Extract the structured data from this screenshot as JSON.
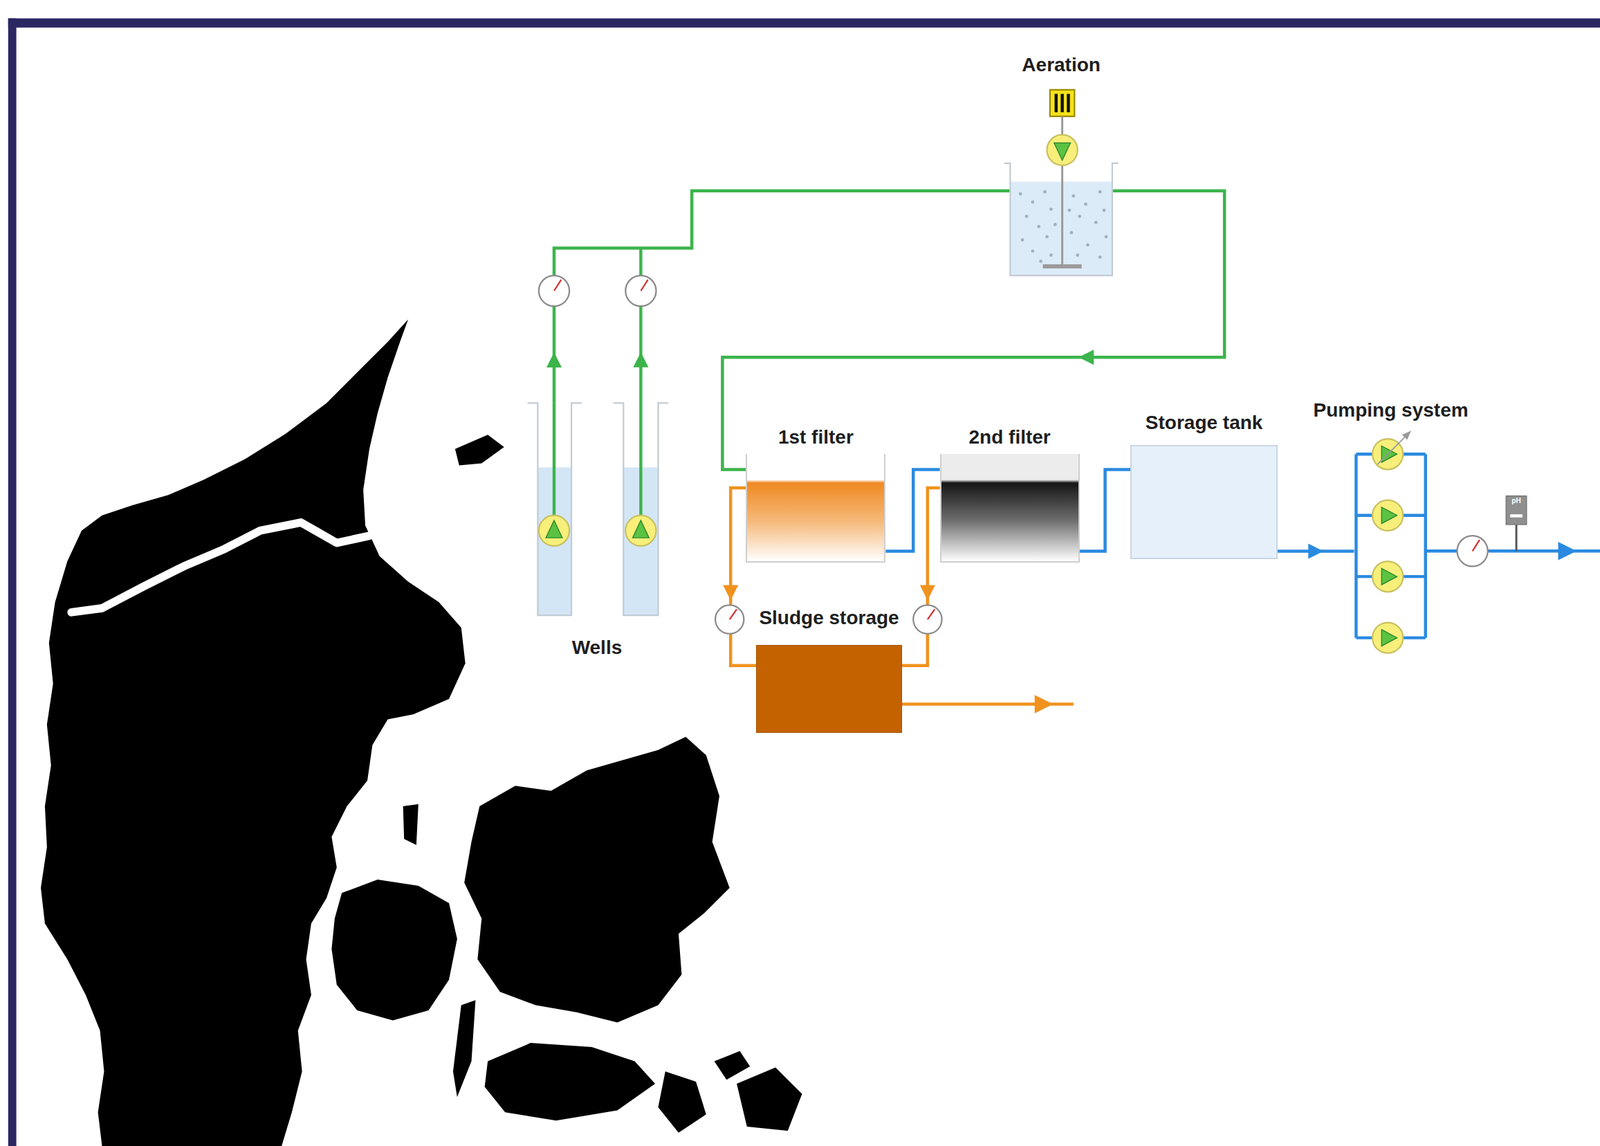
{
  "diagram": {
    "nodes": [
      {
        "text": [
          "Aeration"
        ]
      },
      {
        "text": [
          "Wells"
        ]
      },
      {
        "text": [
          "1st filter"
        ]
      },
      {
        "text": [
          "2nd filter"
        ]
      },
      {
        "text": [
          "Storage tank"
        ]
      },
      {
        "text": [
          "Pumping system"
        ]
      },
      {
        "text": [
          "Sludge storage"
        ]
      }
    ],
    "edges": [
      {
        "from": 1,
        "to": 0,
        "arrow": "to"
      },
      {
        "from": 0,
        "to": 2,
        "arrow": "to"
      },
      {
        "from": 2,
        "to": 3,
        "arrow": "none"
      },
      {
        "from": 3,
        "to": 4,
        "arrow": "none"
      },
      {
        "from": 4,
        "to": 5,
        "arrow": "to"
      },
      {
        "from": 2,
        "to": 6,
        "arrow": "to"
      },
      {
        "from": 3,
        "to": 6,
        "arrow": "to"
      }
    ],
    "labels": [
      "pH"
    ]
  }
}
